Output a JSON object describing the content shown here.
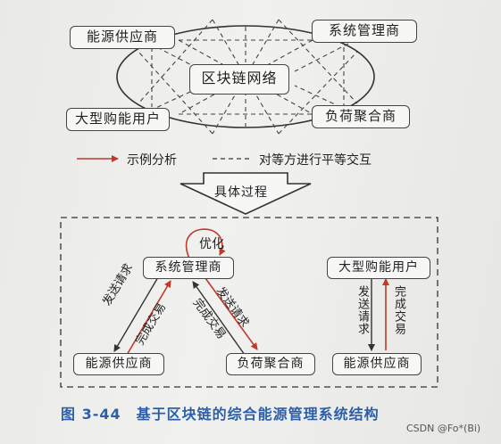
{
  "top": {
    "center": "区块链网络",
    "tl": "能源供应商",
    "tr": "系统管理商",
    "bl": "大型购能用户",
    "br": "负荷聚合商"
  },
  "legend": {
    "solid": "示例分析",
    "dashed": "对等方进行平等交互"
  },
  "process_label": "具体过程",
  "bottom": {
    "optimize": "优化",
    "sys": "系统管理商",
    "supplier_left": "能源供应商",
    "aggregator": "负荷聚合商",
    "big_user": "大型购能用户",
    "supplier_right": "能源供应商",
    "send_req_1": "发送请求",
    "complete_1": "完成交易",
    "send_req_2": "发送请求",
    "complete_2": "完成交易",
    "send_req_3": "发送请求",
    "complete_3": "完成交易"
  },
  "caption": "图 3-44　基于区块链的综合能源管理系统结构",
  "watermark": "CSDN @Fo*(Bi)",
  "colors": {
    "arrow": "#c0392b",
    "caption": "#2c5fa8"
  }
}
